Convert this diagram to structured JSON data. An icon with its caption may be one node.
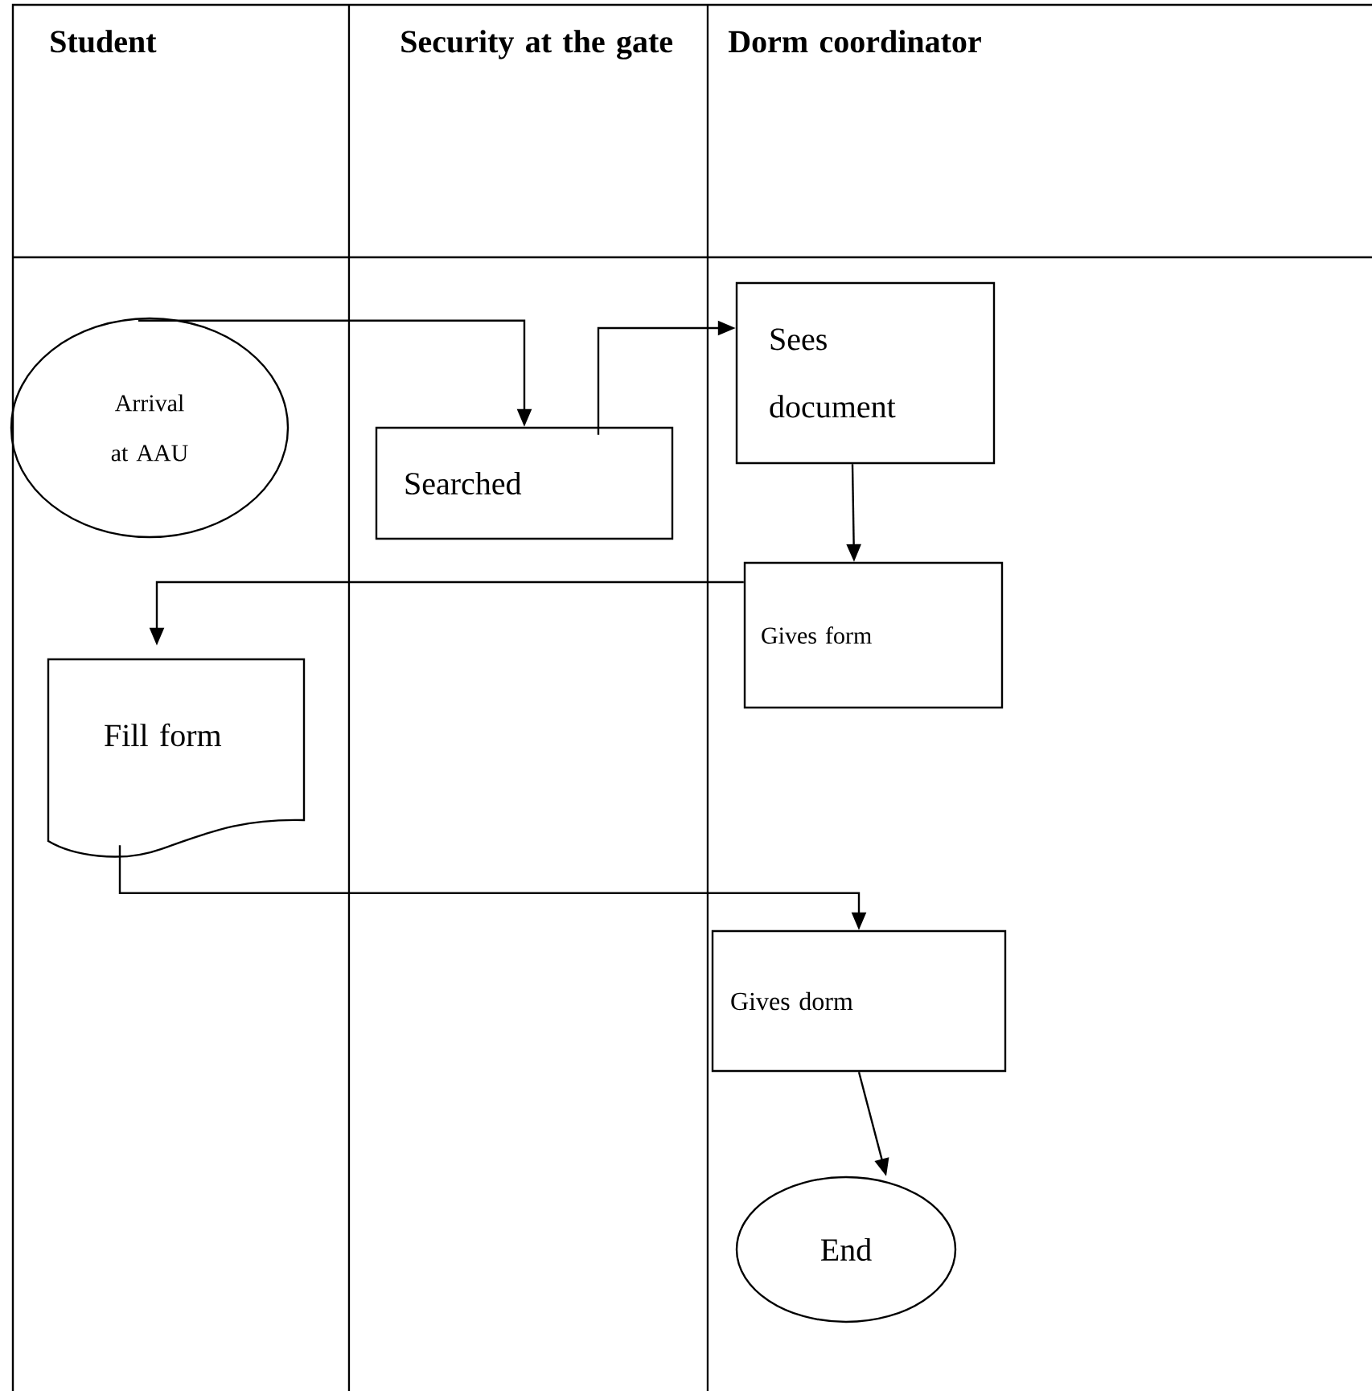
{
  "diagram": {
    "nodes": [
      {
        "text": [
          "Arrival at AAU"
        ]
      },
      {
        "text": [
          "Searched"
        ]
      },
      {
        "text": [
          "Sees document"
        ]
      },
      {
        "text": [
          "Gives form"
        ]
      },
      {
        "text": [
          "Fill form"
        ]
      },
      {
        "text": [
          "Gives dorm"
        ]
      },
      {
        "text": [
          "End"
        ]
      }
    ],
    "edges": [
      {
        "from": 0,
        "to": 1,
        "arrow": "to"
      },
      {
        "from": 1,
        "to": 2,
        "arrow": "to"
      },
      {
        "from": 2,
        "to": 3,
        "arrow": "to"
      },
      {
        "from": 3,
        "to": 4,
        "arrow": "to"
      },
      {
        "from": 4,
        "to": 5,
        "arrow": "to"
      },
      {
        "from": 5,
        "to": 6,
        "arrow": "to"
      }
    ],
    "labels": [
      "Student",
      "Security at the gate",
      "Dorm coordinator"
    ]
  }
}
